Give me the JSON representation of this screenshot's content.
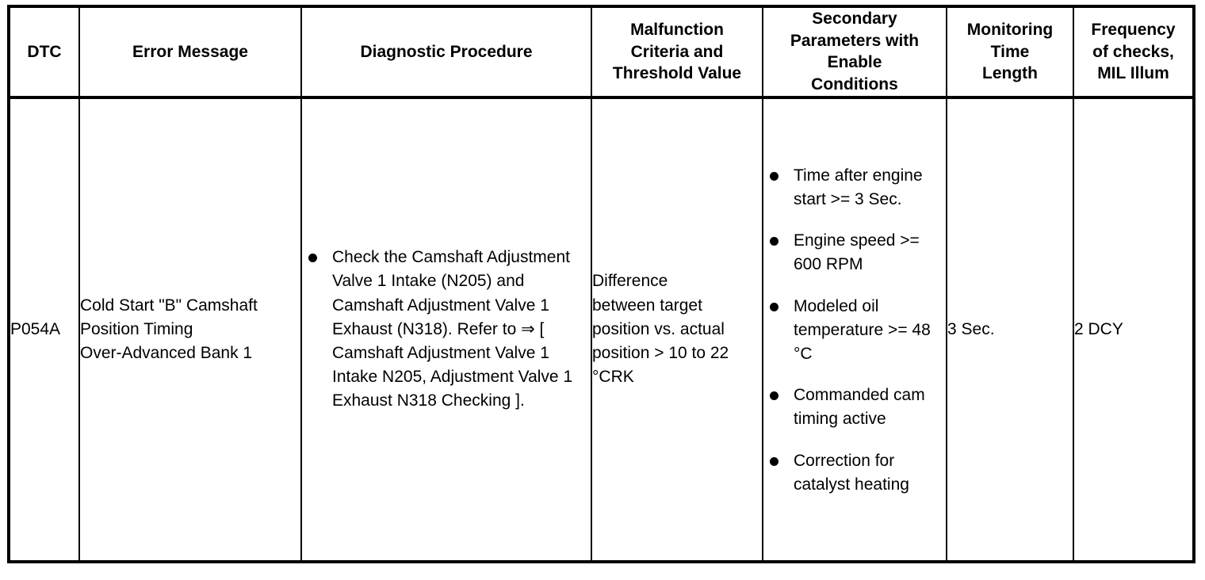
{
  "table": {
    "headers": [
      "DTC",
      "Error Message",
      "Diagnostic Procedure",
      "Malfunction\nCriteria and\nThreshold Value",
      "Secondary\nParameters with\nEnable\nConditions",
      "Monitoring\nTime\nLength",
      "Frequency\nof checks,\nMIL Illum"
    ],
    "header_lines": {
      "dtc": [
        "DTC"
      ],
      "error_message": [
        "Error Message"
      ],
      "diagnostic_procedure": [
        "Diagnostic Procedure"
      ],
      "malfunction_criteria": [
        "Malfunction",
        "Criteria and",
        "Threshold Value"
      ],
      "secondary_parameters": [
        "Secondary",
        "Parameters with",
        "Enable",
        "Conditions"
      ],
      "monitoring_time": [
        "Monitoring",
        "Time",
        "Length"
      ],
      "frequency_checks": [
        "Frequency",
        "of checks,",
        "MIL Illum"
      ]
    },
    "rows": [
      {
        "dtc": "P054A",
        "error_message": "Cold Start \"B\" Camshaft Position Timing Over-Advanced Bank 1",
        "error_message_lines": [
          "Cold Start \"B\" Camshaft",
          "Position Timing",
          "Over-Advanced Bank 1"
        ],
        "diagnostic_procedure": [
          "Check the Camshaft Adjustment Valve 1 Intake (N205) and Camshaft Adjustment Valve 1 Exhaust (N318). Refer to ⇒ [ Camshaft Adjustment Valve 1 Intake N205, Adjustment Valve 1 Exhaust N318 Checking ]."
        ],
        "malfunction_criteria": "Difference between target position vs. actual position > 10 to 22 °CRK",
        "malfunction_criteria_lines": [
          "Difference",
          "between target",
          "position vs. actual",
          "position > 10 to 22",
          "°CRK"
        ],
        "secondary_parameters": [
          "Time after engine start >= 3 Sec.",
          "Engine speed >= 600 RPM",
          "Modeled oil temperature >= 48 °C",
          "Commanded cam timing active",
          "Correction for catalyst heating"
        ],
        "monitoring_time_length": "3 Sec.",
        "frequency_of_checks": "2 DCY"
      }
    ]
  },
  "colors": {
    "border": "#000000",
    "background": "#ffffff",
    "text": "#000000"
  }
}
